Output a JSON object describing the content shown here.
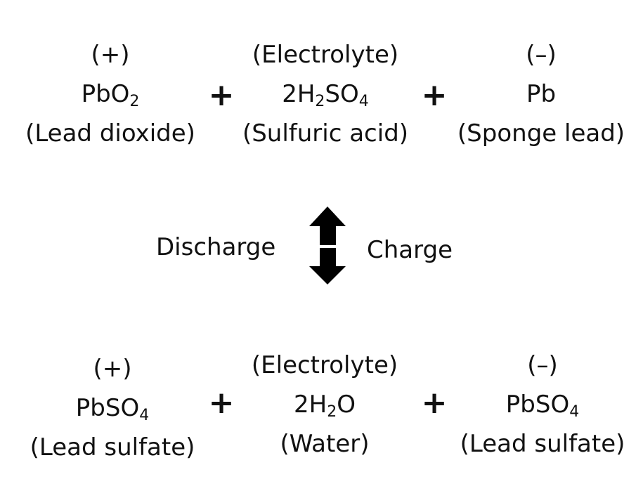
{
  "reactants": [
    {
      "role": "(+)",
      "formula_main": "PbO",
      "formula_sub": "2",
      "formula_tail": "",
      "name": "(Lead dioxide)"
    },
    {
      "role": "(Electrolyte)",
      "formula_main": "2H",
      "formula_sub": "2",
      "formula_tail": "SO",
      "formula_sub2": "4",
      "name": "(Sulfuric acid)"
    },
    {
      "role": "(–)",
      "formula_main": "Pb",
      "name": "(Sponge lead)"
    }
  ],
  "products": [
    {
      "role": "(+)",
      "formula_main": "PbSO",
      "formula_sub": "4",
      "name": "(Lead sulfate)"
    },
    {
      "role": "(Electrolyte)",
      "formula_main": "2H",
      "formula_sub": "2",
      "formula_tail": "O",
      "name": "(Water)"
    },
    {
      "role": "(–)",
      "formula_main": "PbSO",
      "formula_sub": "4",
      "name": "(Lead sulfate)"
    }
  ],
  "plus": "+",
  "discharge_label": "Discharge",
  "charge_label": "Charge"
}
